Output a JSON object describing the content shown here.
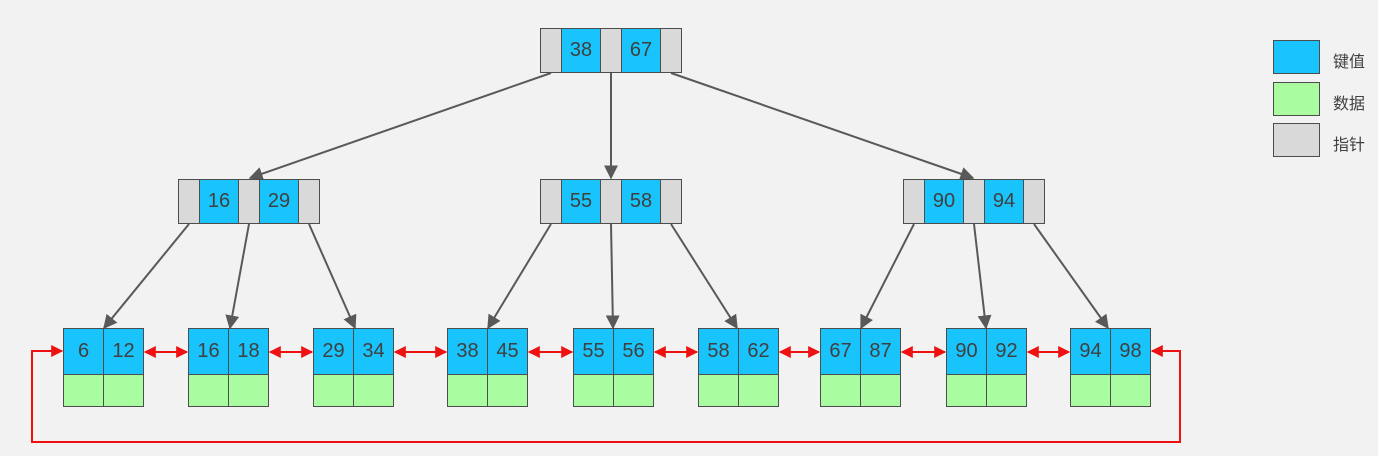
{
  "root": {
    "keys": [
      "38",
      "67"
    ]
  },
  "internal": [
    {
      "keys": [
        "16",
        "29"
      ]
    },
    {
      "keys": [
        "55",
        "58"
      ]
    },
    {
      "keys": [
        "90",
        "94"
      ]
    }
  ],
  "leaves": [
    {
      "keys": [
        "6",
        "12"
      ]
    },
    {
      "keys": [
        "16",
        "18"
      ]
    },
    {
      "keys": [
        "29",
        "34"
      ]
    },
    {
      "keys": [
        "38",
        "45"
      ]
    },
    {
      "keys": [
        "55",
        "56"
      ]
    },
    {
      "keys": [
        "58",
        "62"
      ]
    },
    {
      "keys": [
        "67",
        "87"
      ]
    },
    {
      "keys": [
        "90",
        "92"
      ]
    },
    {
      "keys": [
        "94",
        "98"
      ]
    }
  ],
  "legend": [
    {
      "label": "键值",
      "kind": "key"
    },
    {
      "label": "数据",
      "kind": "data"
    },
    {
      "label": "指针",
      "kind": "pointer"
    }
  ],
  "colors": {
    "key": "#18c4fb",
    "data": "#a9fca0",
    "pointer": "#d9d9d9",
    "tree_edge": "#595959",
    "leaf_link": "#ee1111"
  }
}
